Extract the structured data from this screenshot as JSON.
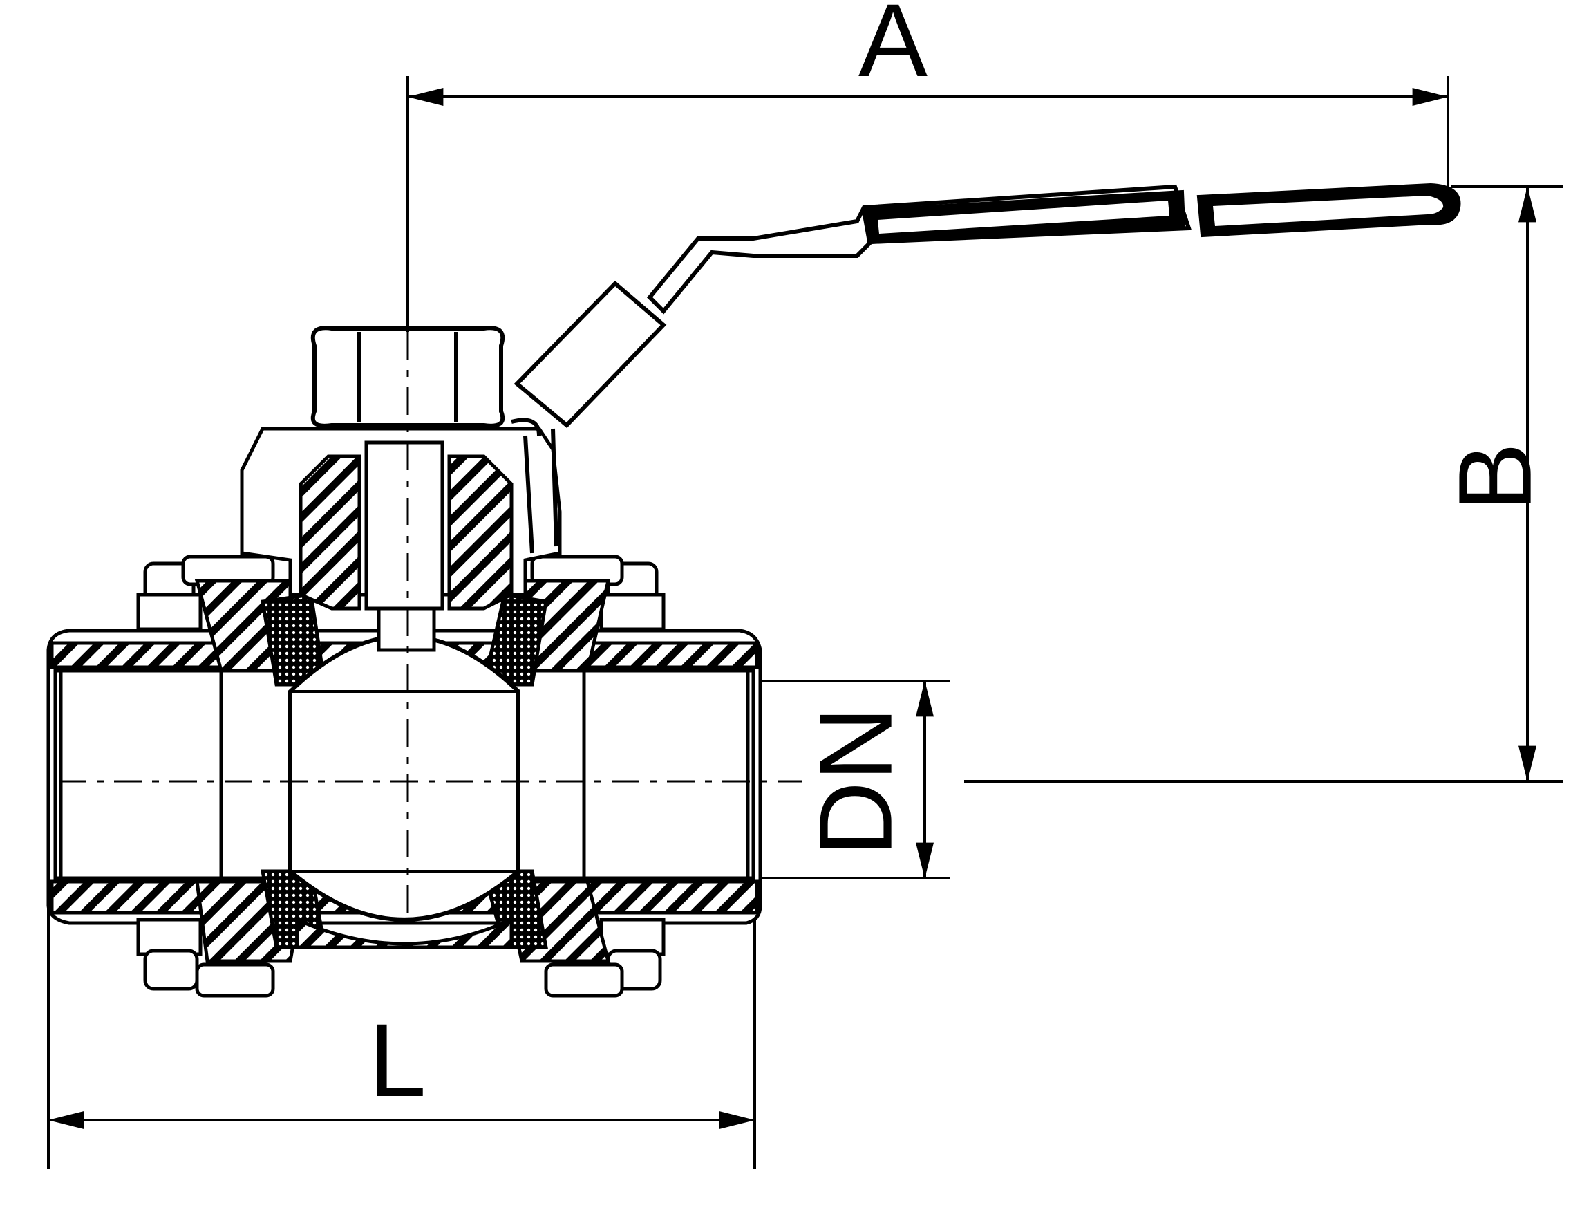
{
  "drawing": {
    "labels": {
      "overall_length_handle": "A",
      "height": "B",
      "nominal_diameter": "DN",
      "body_length": "L"
    },
    "colors": {
      "ink": "#000000",
      "background": "#ffffff"
    }
  }
}
